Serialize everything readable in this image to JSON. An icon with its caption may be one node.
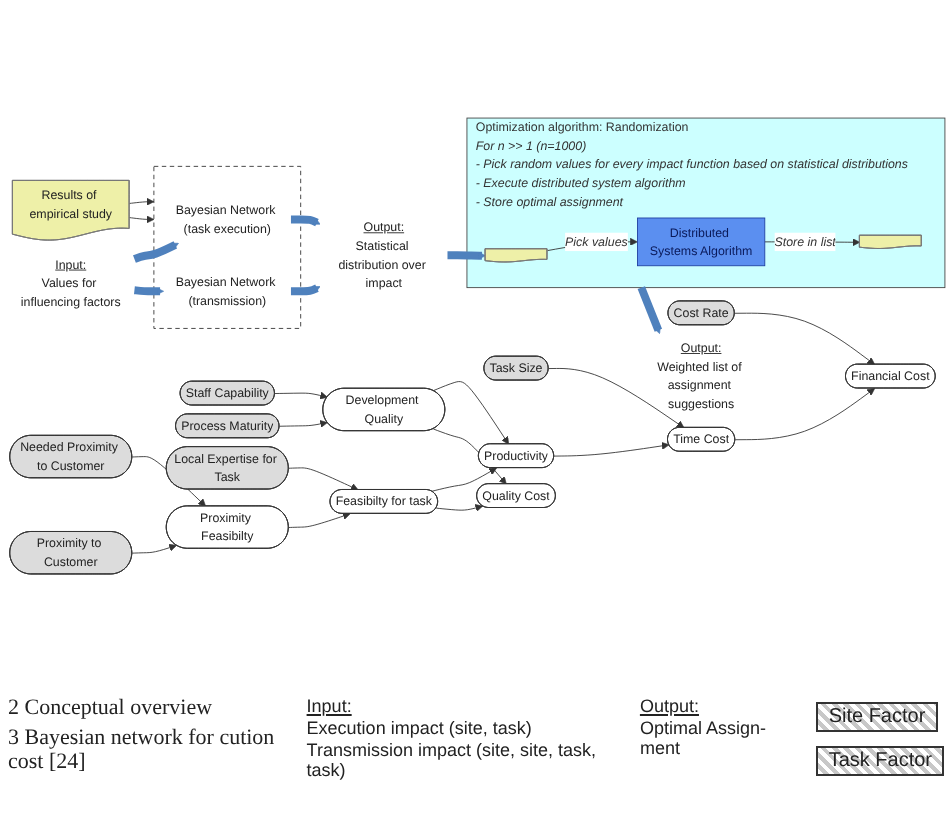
{
  "diagram": {
    "nodes": [
      {
        "text": [
          "Results of empirical study"
        ]
      },
      {
        "text": [
          "Input:",
          "Values for influencing factors"
        ]
      },
      {
        "text": [],
        "shape": "box"
      },
      {
        "text": [
          "Bayesian Network (task execution)"
        ],
        "in": 2
      },
      {
        "text": [
          "Bayesian Network (transmission)"
        ],
        "in": 2
      },
      {
        "text": [
          "Output:",
          "Statistical distribution over impact"
        ]
      },
      {
        "text": [
          "Optimization algorithm: Randomization",
          "For n >> 1 (n=1000)",
          "- Pick random values for every impact function based on statistical distributions",
          "- Execute distributed system algorithm",
          "- Store optimal assignment"
        ]
      },
      {
        "text": [],
        "shape": "document",
        "in": 6
      },
      {
        "text": [
          "Distributed Systems Algorithm"
        ],
        "in": 6
      },
      {
        "text": [],
        "shape": "document",
        "in": 6
      },
      {
        "text": [
          "Output:",
          "Weighted list of assignment suggestions"
        ]
      },
      {
        "text": [
          "Needed Proximity to Customer"
        ]
      },
      {
        "text": [
          "Proximity to Customer"
        ]
      },
      {
        "text": [
          "Staff Capability"
        ]
      },
      {
        "text": [
          "Process Maturity"
        ]
      },
      {
        "text": [
          "Local Expertise for Task"
        ]
      },
      {
        "text": [
          "Proximity Feasibilty"
        ]
      },
      {
        "text": [
          "Development Quality"
        ]
      },
      {
        "text": [
          "Task Size"
        ]
      },
      {
        "text": [
          "Feasibilty for task"
        ]
      },
      {
        "text": [
          "Cost Rate"
        ]
      },
      {
        "text": [
          "Productivity"
        ]
      },
      {
        "text": [
          "Financial Cost"
        ]
      },
      {
        "text": [
          "Time Cost"
        ]
      },
      {
        "text": [
          "Quality Cost"
        ]
      }
    ],
    "edges": [
      {
        "from": 0,
        "to": 2,
        "arrow": "to"
      },
      {
        "from": 0,
        "to": 2,
        "arrow": "to"
      },
      {
        "from": 1,
        "to": 3,
        "arrow": "to",
        "style": "thick",
        "color": "#4f81bd"
      },
      {
        "from": 1,
        "to": 4,
        "arrow": "to",
        "style": "thick",
        "color": "#4f81bd"
      },
      {
        "from": 3,
        "to": 5,
        "arrow": "to",
        "style": "thick",
        "color": "#4f81bd"
      },
      {
        "from": 4,
        "to": 5,
        "arrow": "to",
        "style": "thick",
        "color": "#4f81bd"
      },
      {
        "from": 5,
        "to": 7,
        "arrow": "to",
        "style": "thick",
        "color": "#4f81bd"
      },
      {
        "from": 7,
        "to": 8,
        "arrow": "to",
        "label": "Pick values"
      },
      {
        "from": 8,
        "to": 9,
        "arrow": "to",
        "label": "Store in list"
      },
      {
        "from": 6,
        "to": 10,
        "arrow": "to",
        "style": "thick",
        "color": "#4f81bd"
      },
      {
        "from": 11,
        "to": 16,
        "arrow": "to"
      },
      {
        "from": 12,
        "to": 16,
        "arrow": "to"
      },
      {
        "from": 13,
        "to": 17,
        "arrow": "to"
      },
      {
        "from": 14,
        "to": 17,
        "arrow": "to"
      },
      {
        "from": 15,
        "to": 19,
        "arrow": "to"
      },
      {
        "from": 16,
        "to": 19,
        "arrow": "to"
      },
      {
        "from": 18,
        "to": 23,
        "arrow": "to"
      },
      {
        "from": 17,
        "to": 21,
        "arrow": "to"
      },
      {
        "from": 17,
        "to": 24,
        "arrow": "to"
      },
      {
        "from": 19,
        "to": 21,
        "arrow": "to"
      },
      {
        "from": 19,
        "to": 24,
        "arrow": "to"
      },
      {
        "from": 20,
        "to": 22,
        "arrow": "to"
      },
      {
        "from": 21,
        "to": 23,
        "arrow": "to"
      },
      {
        "from": 23,
        "to": 22,
        "arrow": "to"
      }
    ],
    "labels": [
      "Input:",
      "Execution impact (site, task)",
      "Transmission impact (site, site, task, task)",
      "Output:",
      "Optimal Assign- ment",
      "2 Conceptual overview",
      "3 Bayesian network for cution cost [24]"
    ],
    "legend": [
      {
        "text": "Site Factor"
      },
      {
        "text": "Task Factor"
      }
    ]
  }
}
